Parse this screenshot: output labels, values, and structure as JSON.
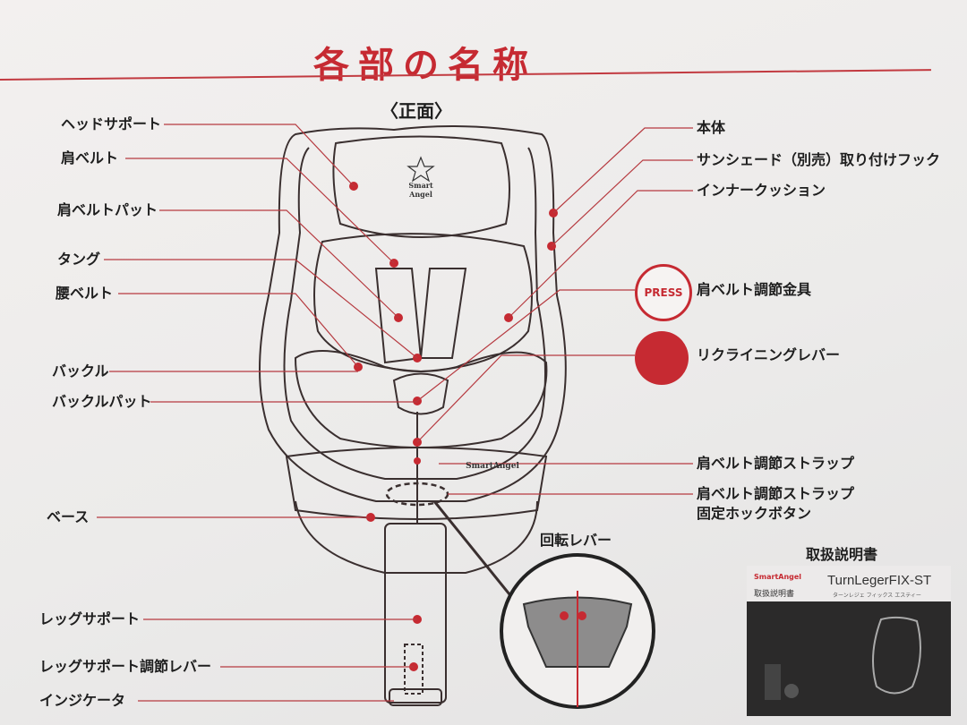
{
  "header": {
    "title": "各部の名称",
    "view_label": "〈正面〉"
  },
  "colors": {
    "accent": "#c62a32",
    "ink": "#1e1e1e",
    "leader": "#b63a40"
  },
  "left_labels": [
    {
      "id": "head-support",
      "text": "ヘッドサポート"
    },
    {
      "id": "shoulder-belt",
      "text": "肩ベルト"
    },
    {
      "id": "shoulder-pad",
      "text": "肩ベルトパット"
    },
    {
      "id": "tongue",
      "text": "タング"
    },
    {
      "id": "waist-belt",
      "text": "腰ベルト"
    },
    {
      "id": "buckle",
      "text": "バックル"
    },
    {
      "id": "buckle-pad",
      "text": "バックルパット"
    },
    {
      "id": "base",
      "text": "ベース"
    },
    {
      "id": "leg-support",
      "text": "レッグサポート"
    },
    {
      "id": "leg-lever",
      "text": "レッグサポート調節レバー"
    },
    {
      "id": "indicator",
      "text": "インジケータ"
    }
  ],
  "right_labels": [
    {
      "id": "body",
      "text": "本体"
    },
    {
      "id": "sunshade-hook",
      "text": "サンシェード（別売）取り付けフック"
    },
    {
      "id": "inner-cushion",
      "text": "インナークッション"
    },
    {
      "id": "adjuster",
      "text": "肩ベルト調節金具"
    },
    {
      "id": "recline",
      "text": "リクライニングレバー"
    },
    {
      "id": "strap",
      "text": "肩ベルト調節ストラップ"
    },
    {
      "id": "hook-button",
      "text": "肩ベルト調節ストラップ\n固定ホックボタン"
    }
  ],
  "badges": {
    "press": "PRESS"
  },
  "seat_logo": {
    "line1": "Smart",
    "line2": "Angel",
    "base_brand": "SmartAngel"
  },
  "loupe": {
    "title": "回転レバー"
  },
  "manual": {
    "title": "取扱説明書",
    "brand": "SmartAngel",
    "doc": "取扱説明書",
    "product": "TurnLegerFIX-ST",
    "product_sub": "ターンレジェ フィックス エスティー"
  }
}
